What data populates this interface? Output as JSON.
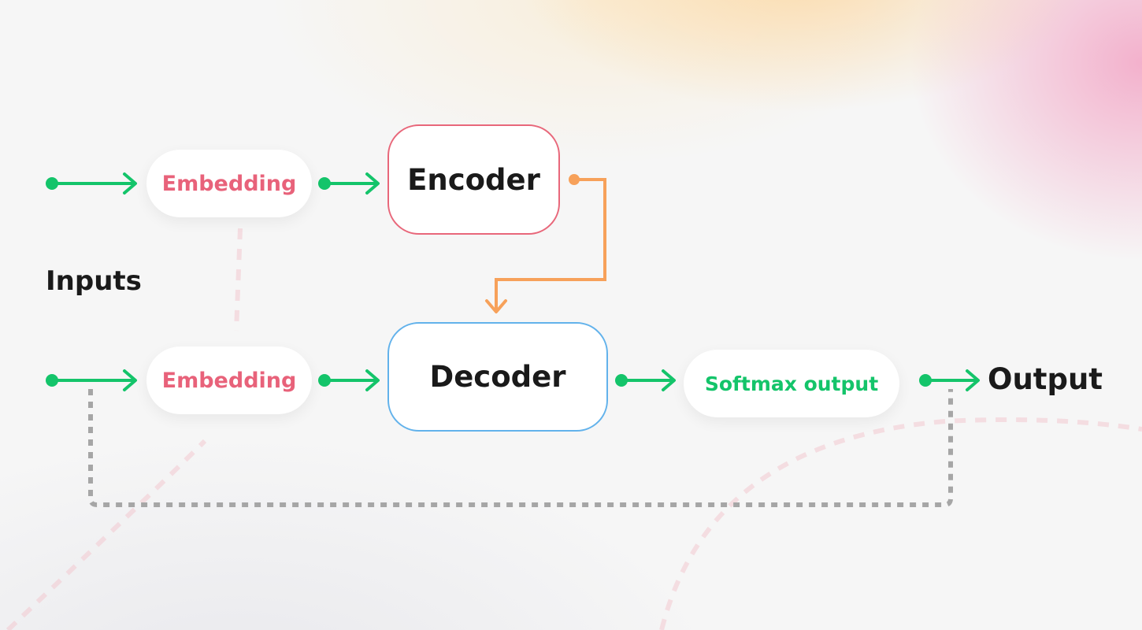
{
  "colors": {
    "flow_arrow": "#14c46a",
    "encoder_link": "#f7a15a",
    "feedback_loop": "#a6a6a6",
    "encoder_border": "#e8677a",
    "decoder_border": "#62b2eb",
    "embedding_text": "#e8627a",
    "softmax_text": "#14c46a",
    "title_text": "#1a1a1a"
  },
  "labels": {
    "inputs": "Inputs",
    "output": "Output"
  },
  "nodes": {
    "embedding_top": "Embedding",
    "encoder": "Encoder",
    "embedding_bottom": "Embedding",
    "decoder": "Decoder",
    "softmax": "Softmax output"
  }
}
